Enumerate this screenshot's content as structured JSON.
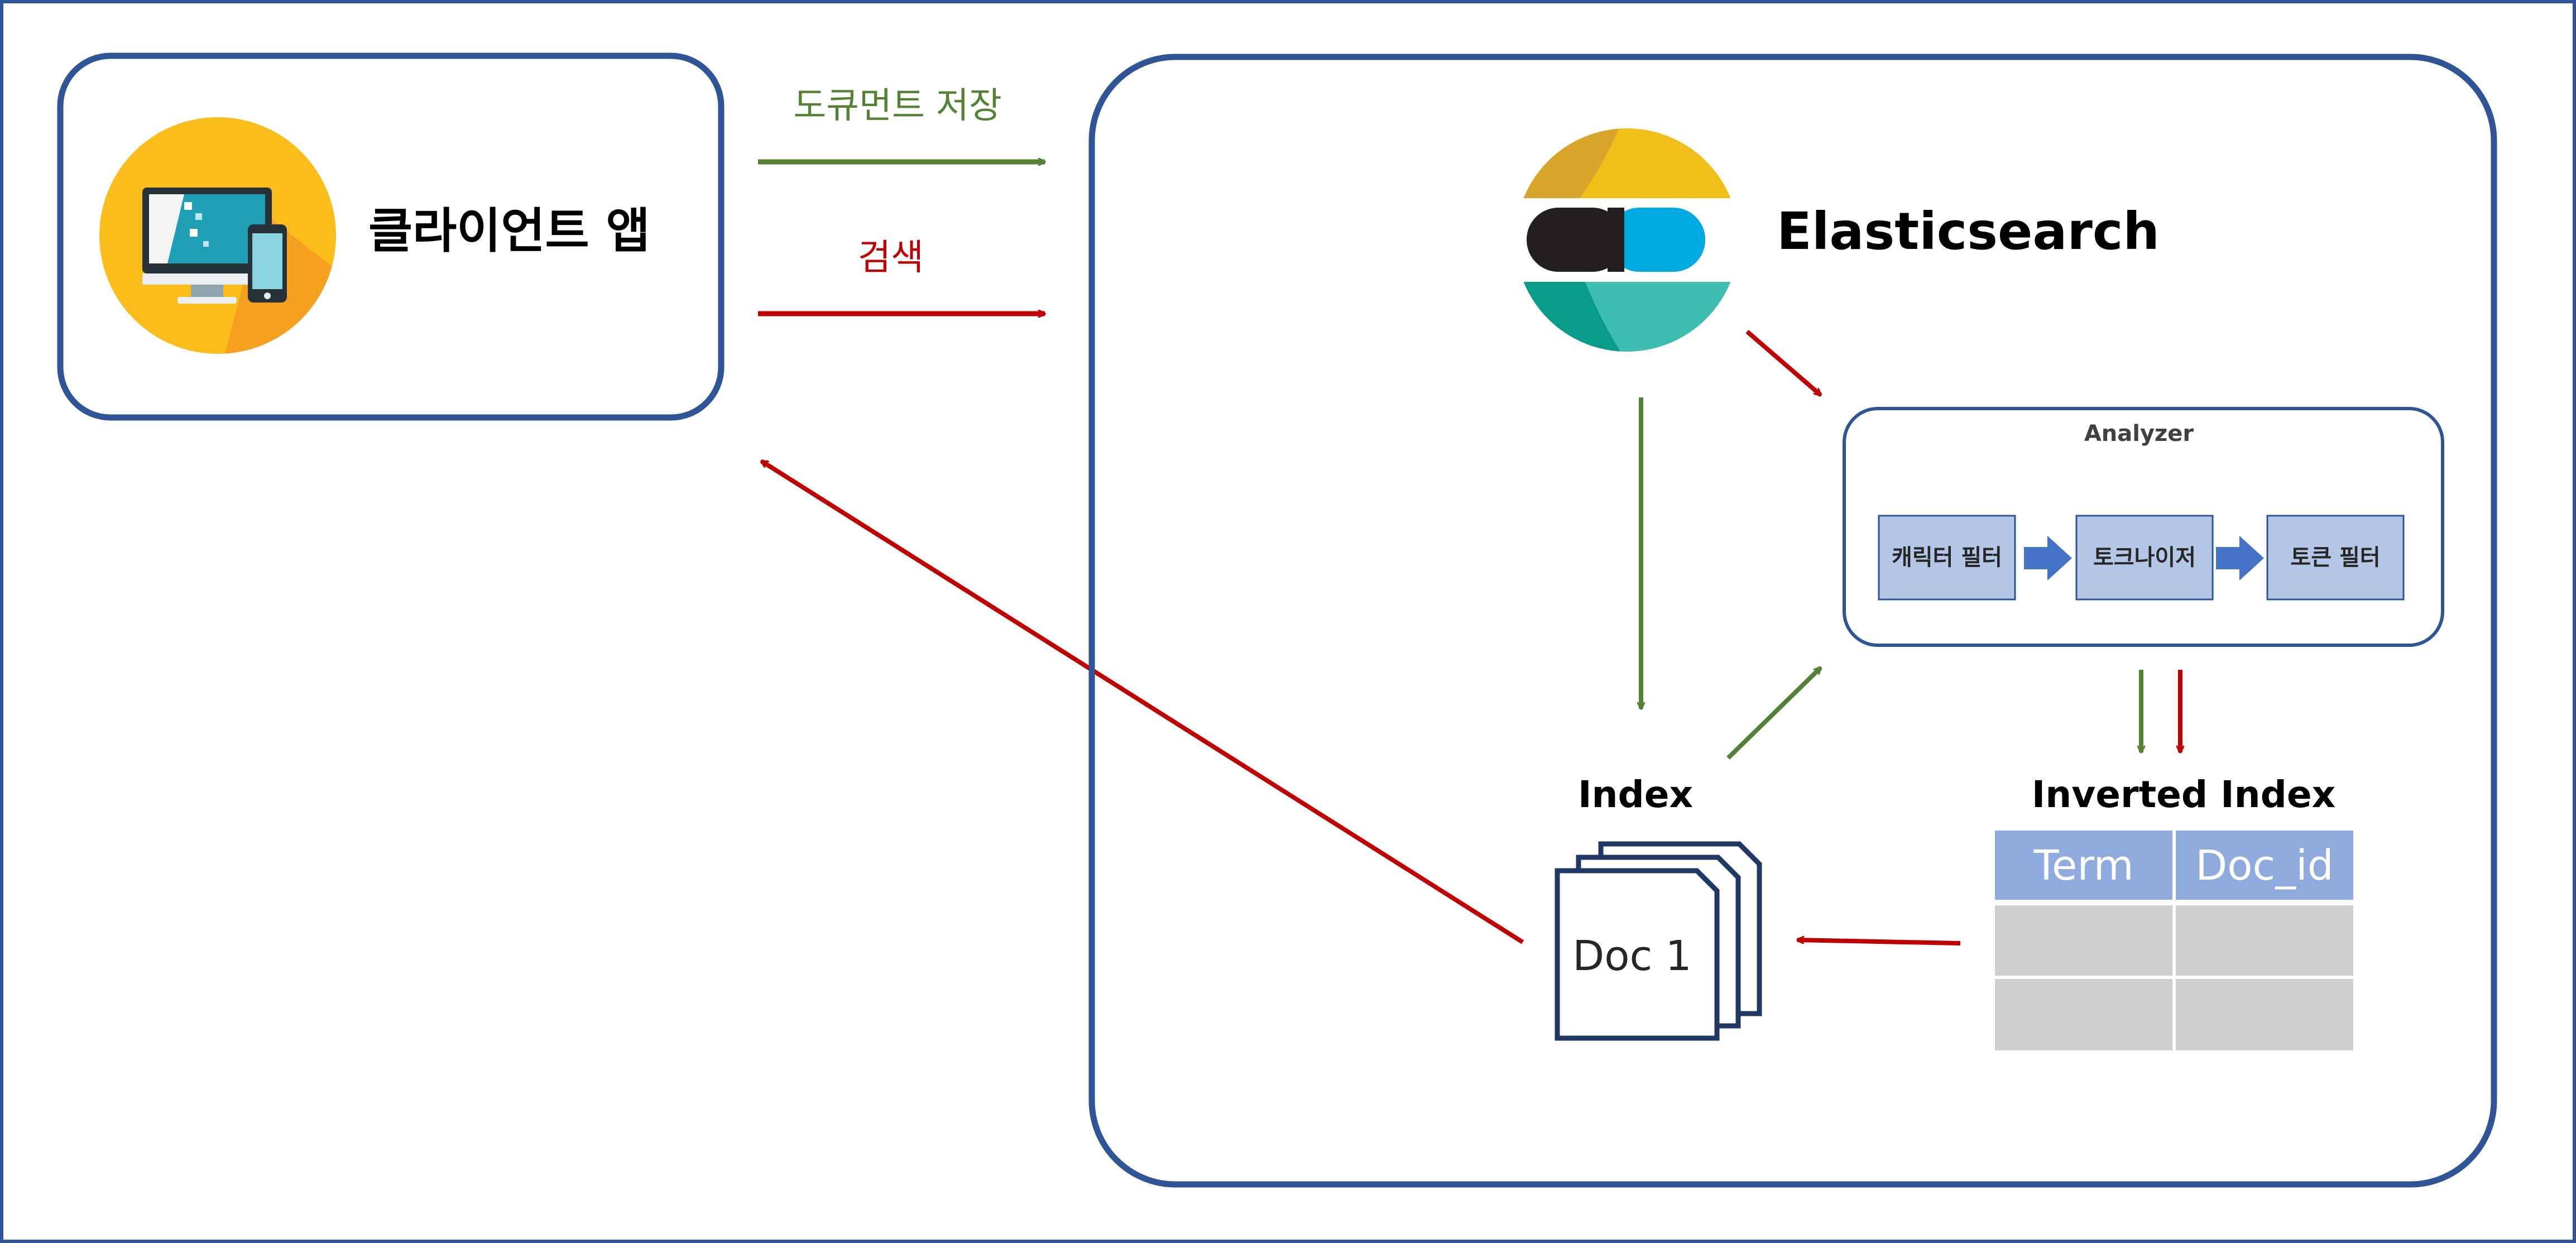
{
  "client": {
    "title": "클라이언트 앱"
  },
  "arrows": {
    "store_label": "도큐먼트 저장",
    "search_label": "검색"
  },
  "elasticsearch": {
    "title": "Elasticsearch"
  },
  "analyzer": {
    "title": "Analyzer",
    "steps": [
      "캐릭터 필터",
      "토크나이저",
      "토큰 필터"
    ]
  },
  "index": {
    "title": "Index",
    "doc_label": "Doc 1"
  },
  "inverted_index": {
    "title": "Inverted Index",
    "columns": [
      "Term",
      "Doc_id"
    ],
    "rows": [
      [
        "",
        ""
      ],
      [
        "",
        ""
      ]
    ]
  },
  "colors": {
    "frame": "#2f5597",
    "store": "#548235",
    "search": "#c00000",
    "analyzer_step_fill": "#b4c7e7",
    "analyzer_arrow": "#4472c4",
    "table_header": "#8faadc",
    "table_cell": "#d0cece"
  }
}
